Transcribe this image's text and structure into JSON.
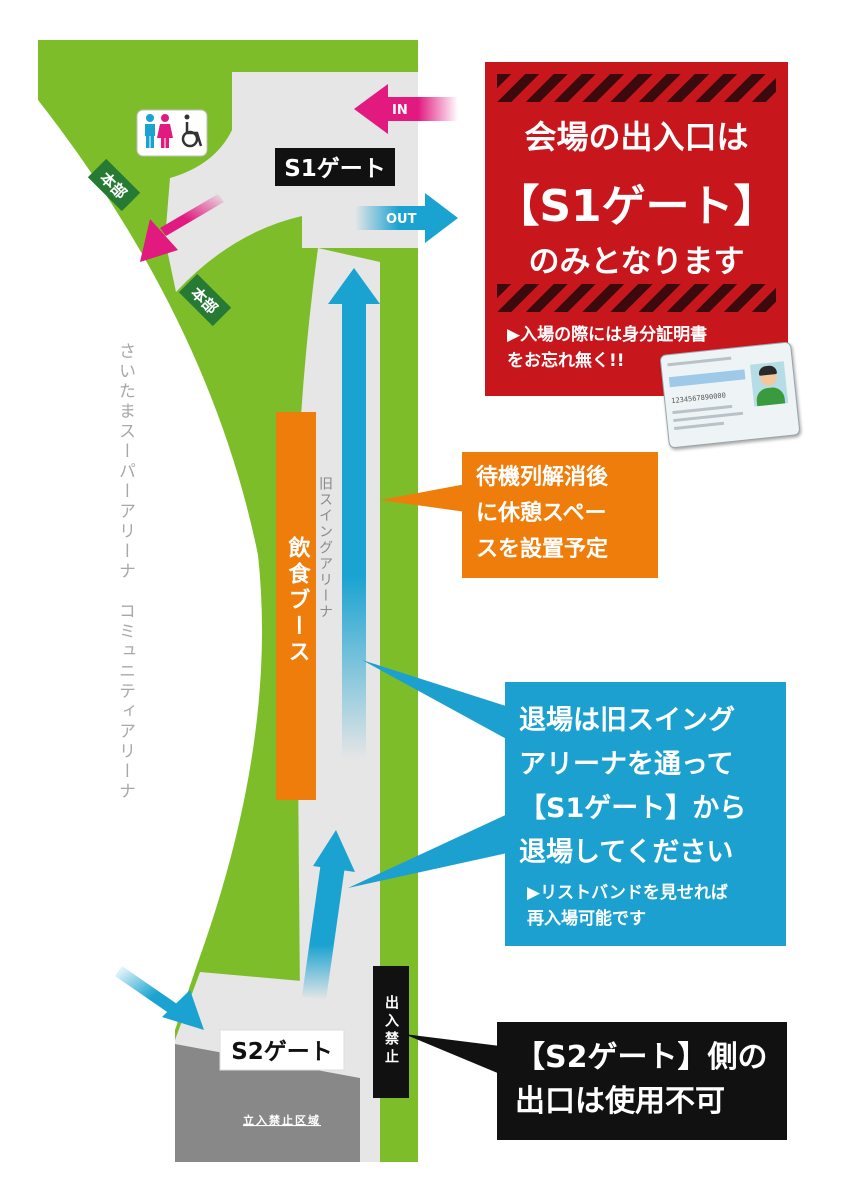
{
  "colors": {
    "green": "#7dbd29",
    "floor": "#e6e6e6",
    "red": "#c8161d",
    "orange": "#ef7d0b",
    "blue": "#1ba0d0",
    "pink": "#e2197f",
    "exit_arrow": "#1aa3d1",
    "restricted": "#888888",
    "dark_green": "#267a33"
  },
  "icons": [
    "male-restroom-icon",
    "female-restroom-icon",
    "wheelchair-icon",
    "id-card-illustration"
  ],
  "map": {
    "gate_s1": "S1ゲート",
    "gate_s2": "S2ゲート",
    "hq_label": "本部",
    "in_label": "IN",
    "out_label": "OUT",
    "venue_name": "さいたまスーパーアリーナ　コミュニティアリーナ",
    "corridor_name": "旧スイングアリーナ",
    "food_booth": "飲食ブース",
    "no_entry": "出入禁止",
    "restricted_area": "立入禁止区域"
  },
  "notice_entrance": {
    "line1": "会場の出入口は",
    "line2": "【S1ゲート】",
    "line3": "のみとなります",
    "note_line1": "▶入場の際には身分証明書",
    "note_line2": "をお忘れ無く!!",
    "id_card_number": "1234567890000"
  },
  "notice_rest": {
    "lines": [
      "待機列解消後",
      "に休憩スペー",
      "スを設置予定"
    ]
  },
  "notice_exit": {
    "lines": [
      "退場は旧スイング",
      "アリーナを通って",
      "【S1ゲート】から",
      "退場してください"
    ],
    "note_lines": [
      "▶リストバンドを見せれば",
      "再入場可能です"
    ]
  },
  "notice_s2": {
    "lines": [
      "【S2ゲート】側の",
      "出口は使用不可"
    ]
  }
}
